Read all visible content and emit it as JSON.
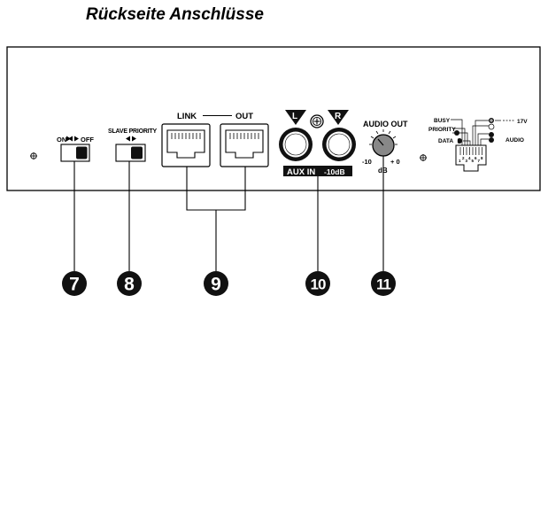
{
  "title": "Rückseite Anschlüsse",
  "power_switch": {
    "on": "ON",
    "off": "OFF"
  },
  "slave_priority_label": "SLAVE PRIORITY",
  "link_out": {
    "link": "LINK",
    "out": "OUT"
  },
  "aux_in": {
    "left": "L",
    "right": "R",
    "label": "AUX IN",
    "level": "-10dB"
  },
  "audio_out": {
    "label": "AUDIO OUT",
    "min": "-10",
    "max": "+ 0",
    "unit": "dB"
  },
  "pinout": {
    "busy": "BUSY",
    "priority": "PRIORITY",
    "data": "DATA",
    "voltage": "17V",
    "audio": "AUDIO",
    "pins": [
      "1",
      "2",
      "3",
      "4",
      "5",
      "6",
      "7",
      "8"
    ]
  },
  "callouts": [
    "7",
    "8",
    "9",
    "10",
    "11"
  ]
}
